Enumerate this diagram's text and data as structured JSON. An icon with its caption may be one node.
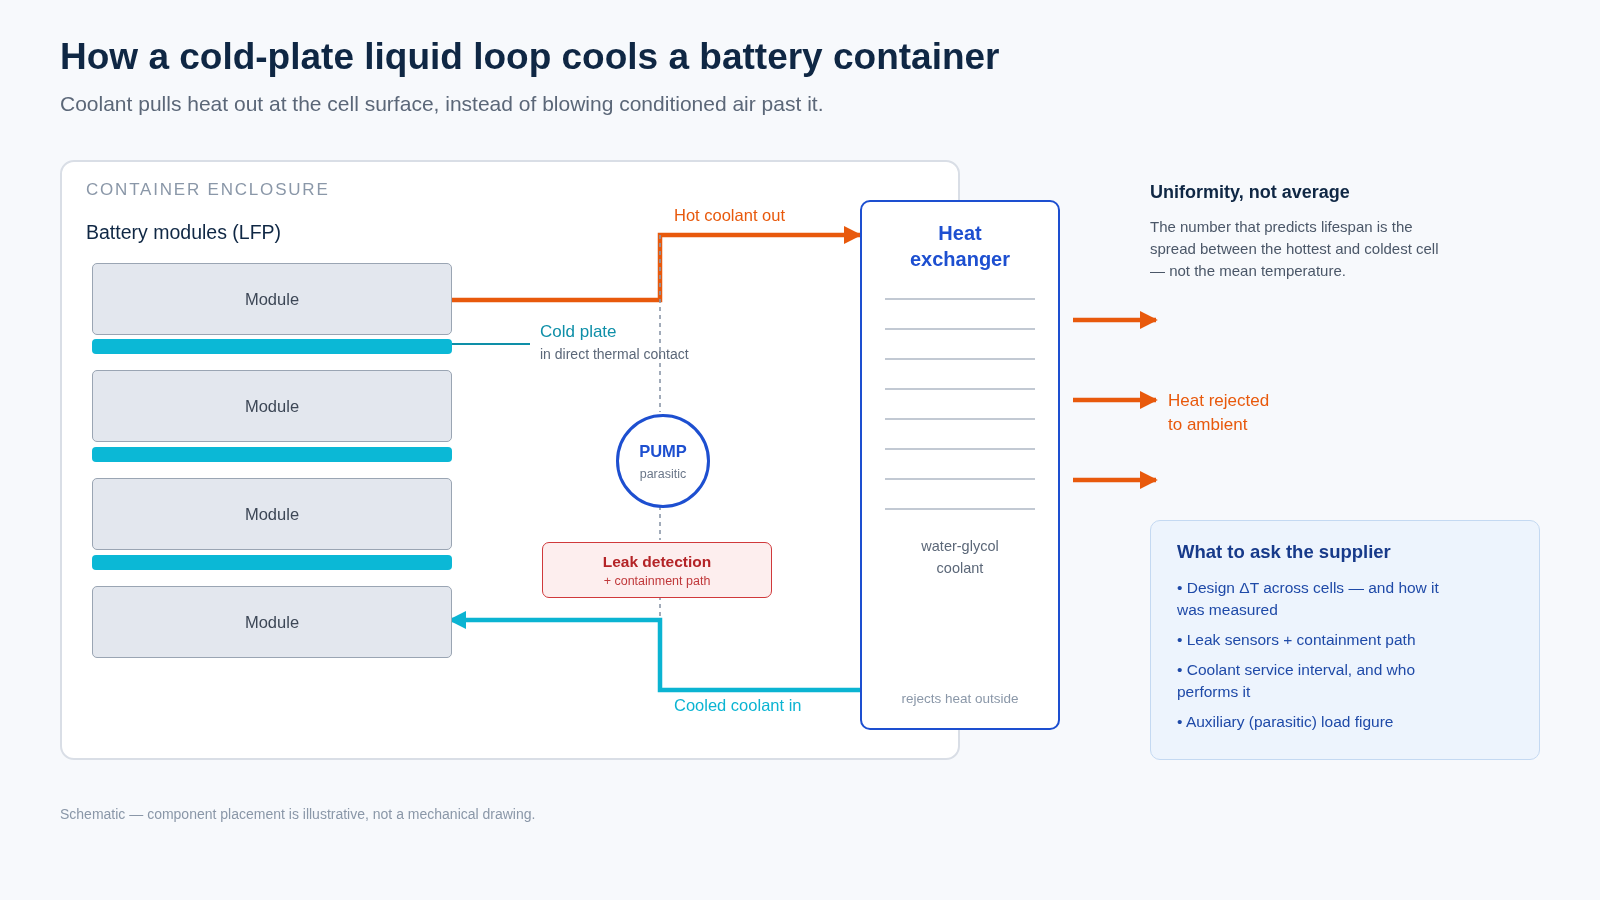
{
  "diagram": {
    "title": "How a cold-plate liquid loop cools a battery container",
    "caption": "Schematic — component placement is illustrative, not a mechanical drawing.",
    "nodes": [
      {
        "text": [
          "CONTAINER ENCLOSURE"
        ]
      },
      {
        "text": [
          "Module"
        ],
        "in": 0
      },
      {
        "text": [
          "Module"
        ],
        "in": 0
      },
      {
        "text": [
          "Module"
        ],
        "in": 0
      },
      {
        "text": [
          "Module"
        ],
        "in": 0
      },
      {
        "text": [],
        "shape": "bar",
        "in": 0
      },
      {
        "text": [],
        "shape": "bar",
        "in": 0
      },
      {
        "text": [],
        "shape": "bar",
        "in": 0
      },
      {
        "text": [
          "Cold plate",
          "in direct thermal contact"
        ],
        "in": 0
      },
      {
        "text": [
          "PUMP",
          "parasitic"
        ],
        "in": 0
      },
      {
        "text": [
          "Leak detection",
          "+ containment path"
        ],
        "in": 0
      },
      {
        "text": [
          "Heat exchanger",
          "water-glycol coolant",
          "rejects heat outside"
        ]
      },
      {
        "text": [
          "Heat rejected to ambient"
        ]
      },
      {
        "text": [
          "What to ask the supplier",
          "• Design ΔT across cells — and how it was measured",
          "• Leak sensors + containment path",
          "• Coolant service interval, and who performs it",
          "• Auxiliary (parasitic) load figure"
        ]
      }
    ],
    "edges": [
      {
        "from": 1,
        "to": 11,
        "arrow": "to",
        "label": "Hot coolant out"
      },
      {
        "from": 11,
        "to": 4,
        "arrow": "to",
        "label": "Cooled coolant in",
        "color": "#0bb4d2"
      },
      {
        "from": 8,
        "to": 5,
        "arrow": "none",
        "color": "#0e8fa8"
      },
      {
        "from": null,
        "to": 9,
        "arrow": "none",
        "style": "dashed",
        "color": "#8a97a8"
      },
      {
        "from": 9,
        "to": 10,
        "arrow": "none",
        "style": "dashed",
        "color": "#8a97a8"
      },
      {
        "from": 10,
        "to": null,
        "arrow": "none",
        "style": "dashed",
        "color": "#8a97a8"
      },
      {
        "from": 11,
        "to": null,
        "arrow": "to"
      },
      {
        "from": 11,
        "to": 12,
        "arrow": "to"
      },
      {
        "from": 11,
        "to": 12,
        "arrow": "to"
      }
    ],
    "labels": [
      "Coolant pulls heat out at the cell surface, instead of blowing conditioned air past it.",
      "Battery modules (LFP)",
      "Uniformity, not average",
      "The number that predicts lifespan is the spread between the hottest and coldest cell — not the mean temperature."
    ]
  }
}
